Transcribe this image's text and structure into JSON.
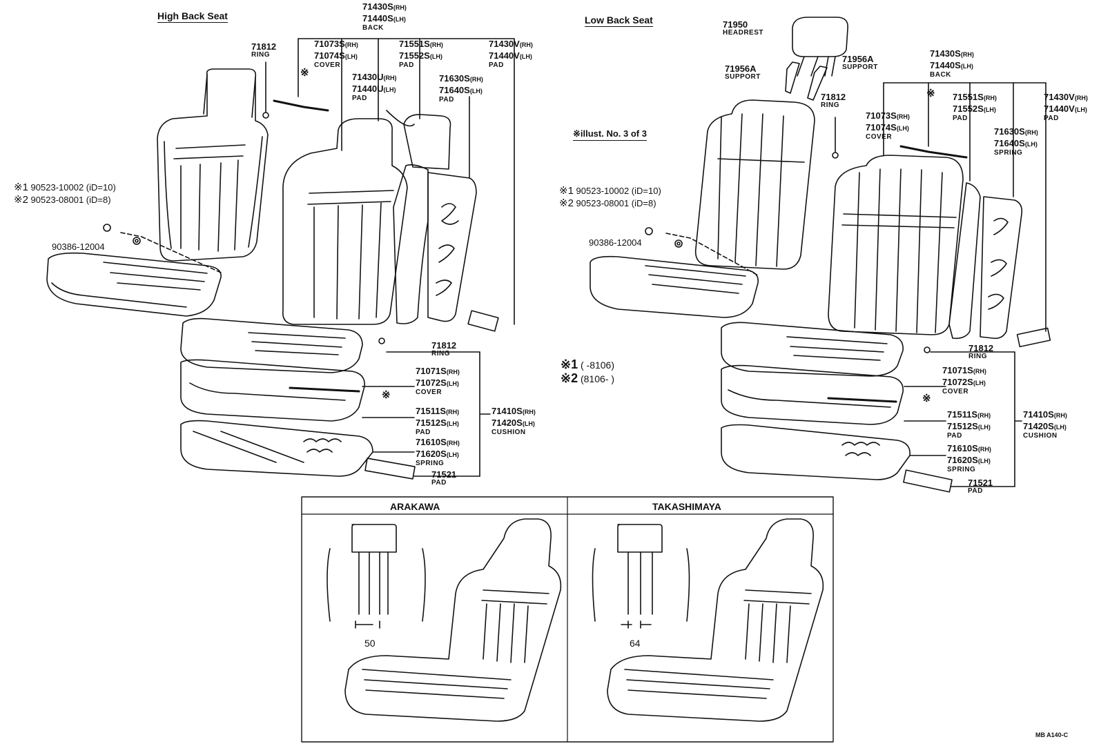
{
  "titles": {
    "high_back": "High Back Seat",
    "low_back": "Low Back Seat",
    "illust": "※illust. No. 3 of 3"
  },
  "high_back": {
    "back": {
      "n1": "71430S",
      "s1": "(RH)",
      "n2": "71440S",
      "s2": "(LH)",
      "name": "BACK"
    },
    "ring_top": {
      "n1": "71812",
      "name": "RING"
    },
    "back_cover": {
      "n1": "71073S",
      "s1": "(RH)",
      "n2": "71074S",
      "s2": "(LH)",
      "name": "COVER"
    },
    "back_pad_u": {
      "n1": "71430U",
      "s1": "(RH)",
      "n2": "71440U",
      "s2": "(LH)",
      "name": "PAD"
    },
    "back_pad_551": {
      "n1": "71551S",
      "s1": "(RH)",
      "n2": "71552S",
      "s2": "(LH)",
      "name": "PAD"
    },
    "back_pad_v": {
      "n1": "71430V",
      "s1": "(RH)",
      "n2": "71440V",
      "s2": "(LH)",
      "name": "PAD"
    },
    "back_pad_630": {
      "n1": "71630S",
      "s1": "(RH)",
      "n2": "71640S",
      "s2": "(LH)",
      "name": "PAD"
    },
    "bolt1": "90523-10002 (iD=10)",
    "bolt2": "90523-08001 (iD=8)",
    "bolt1_mark": "※1",
    "bolt2_mark": "※2",
    "clip": "90386-12004",
    "ring_cushion": {
      "n1": "71812",
      "name": "RING"
    },
    "cush_cover": {
      "n1": "71071S",
      "s1": "(RH)",
      "n2": "71072S",
      "s2": "(LH)",
      "name": "COVER"
    },
    "cush_pad": {
      "n1": "71511S",
      "s1": "(RH)",
      "n2": "71512S",
      "s2": "(LH)",
      "name": "PAD"
    },
    "cush_spring": {
      "n1": "71610S",
      "s1": "(RH)",
      "n2": "71620S",
      "s2": "(LH)",
      "name": "SPRING"
    },
    "cush_pad2": {
      "n1": "71521",
      "name": "PAD"
    },
    "cushion": {
      "n1": "71410S",
      "s1": "(RH)",
      "n2": "71420S",
      "s2": "(LH)",
      "name": "CUSHION"
    },
    "star": "※"
  },
  "low_back": {
    "headrest": {
      "n1": "71950",
      "name": "HEADREST"
    },
    "support_l": {
      "n1": "71956A",
      "name": "SUPPORT"
    },
    "support_r": {
      "n1": "71956A",
      "name": "SUPPORT"
    },
    "back": {
      "n1": "71430S",
      "s1": "(RH)",
      "n2": "71440S",
      "s2": "(LH)",
      "name": "BACK"
    },
    "ring_top": {
      "n1": "71812",
      "name": "RING"
    },
    "back_cover": {
      "n1": "71073S",
      "s1": "(RH)",
      "n2": "71074S",
      "s2": "(LH)",
      "name": "COVER"
    },
    "back_pad_551": {
      "n1": "71551S",
      "s1": "(RH)",
      "n2": "71552S",
      "s2": "(LH)",
      "name": "PAD"
    },
    "back_pad_v": {
      "n1": "71430V",
      "s1": "(RH)",
      "n2": "71440V",
      "s2": "(LH)",
      "name": "PAD"
    },
    "back_spring": {
      "n1": "71630S",
      "s1": "(RH)",
      "n2": "71640S",
      "s2": "(LH)",
      "name": "SPRING"
    },
    "bolt1": "90523-10002 (iD=10)",
    "bolt2": "90523-08001 (iD=8)",
    "bolt1_mark": "※1",
    "bolt2_mark": "※2",
    "clip": "90386-12004",
    "ring_cushion": {
      "n1": "71812",
      "name": "RING"
    },
    "cush_cover": {
      "n1": "71071S",
      "s1": "(RH)",
      "n2": "71072S",
      "s2": "(LH)",
      "name": "COVER"
    },
    "cush_pad": {
      "n1": "71511S",
      "s1": "(RH)",
      "n2": "71512S",
      "s2": "(LH)",
      "name": "PAD"
    },
    "cush_spring": {
      "n1": "71610S",
      "s1": "(RH)",
      "n2": "71620S",
      "s2": "(LH)",
      "name": "SPRING"
    },
    "cush_pad2": {
      "n1": "71521",
      "name": "PAD"
    },
    "cushion": {
      "n1": "71410S",
      "s1": "(RH)",
      "n2": "71420S",
      "s2": "(LH)",
      "name": "CUSHION"
    },
    "star_top": "※",
    "star_cushion": "※"
  },
  "notes": {
    "n1_mark": "※1",
    "n1_text": "(        -8106)",
    "n2_mark": "※2",
    "n2_text": "(8106-        )"
  },
  "comparison": {
    "left_title": "ARAKAWA",
    "left_dim": "50",
    "right_title": "TAKASHIMAYA",
    "right_dim": "64"
  },
  "figure_code": "MB A140-C"
}
